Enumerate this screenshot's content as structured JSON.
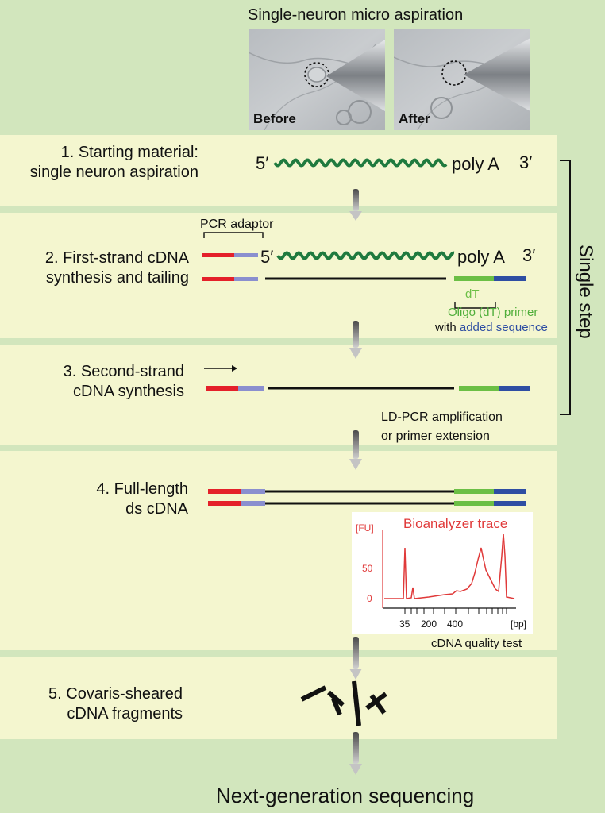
{
  "header": {
    "title": "Single-neuron micro aspiration"
  },
  "photos": [
    {
      "label": "Before"
    },
    {
      "label": "After"
    }
  ],
  "steps": [
    {
      "line1": "1. Starting material:",
      "line2": "single neuron aspiration"
    },
    {
      "line1": "2. First-strand cDNA",
      "line2": "synthesis and tailing"
    },
    {
      "line1": "3. Second-strand",
      "line2": "cDNA synthesis"
    },
    {
      "line1": "4. Full-length",
      "line2": "ds cDNA"
    },
    {
      "line1": "5. Covaris-sheared",
      "line2": "cDNA fragments"
    }
  ],
  "labels": {
    "five_prime": "5′",
    "three_prime": "3′",
    "poly_a": "poly A",
    "pcr_adaptor": "PCR adaptor",
    "dt": "dT",
    "oligo_primer": "Oligo (dT) primer",
    "with": "with",
    "added_sequence": "added sequence",
    "ld_pcr_line1": "LD-PCR amplification",
    "ld_pcr_line2": "or primer extension",
    "single_step": "Single step",
    "cdna_quality": "cDNA quality test",
    "footer": "Next-generation sequencing"
  },
  "bioanalyzer": {
    "title": "Bioanalyzer trace",
    "y_unit": "[FU]",
    "x_unit": "[bp]",
    "y_ticks": [
      "50",
      "0"
    ],
    "x_ticks": [
      "35",
      "200",
      "400"
    ]
  },
  "colors": {
    "adaptor_red": "#e4202a",
    "adaptor_blue": "#8a8fcf",
    "oligo_green": "#6bbf45",
    "oligo_blue": "#2e4ea3",
    "mrna_green": "#1f7a3e",
    "trace_red": "#e03a3a"
  }
}
